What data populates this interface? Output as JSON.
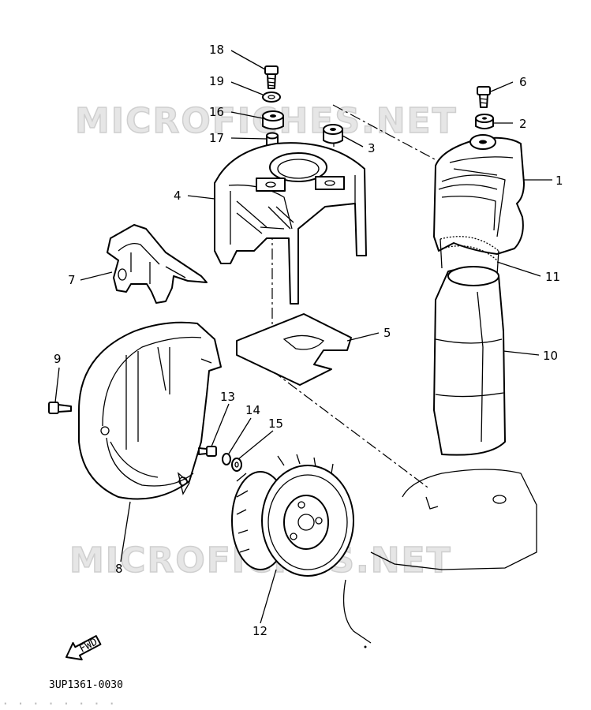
{
  "watermark": {
    "top": "MICROFICHES.NET",
    "bottom": "MICROFICHES.NET"
  },
  "callouts": {
    "p1": "1",
    "p2": "2",
    "p3": "3",
    "p4": "4",
    "p5": "5",
    "p6": "6",
    "p7": "7",
    "p8": "8",
    "p9": "9",
    "p10": "10",
    "p11": "11",
    "p12": "12",
    "p13": "13",
    "p14": "14",
    "p15": "15",
    "p16": "16",
    "p17": "17",
    "p18": "18",
    "p19": "19"
  },
  "fwd_label": "FWD",
  "diagram_ref": "3UP1361-0030"
}
